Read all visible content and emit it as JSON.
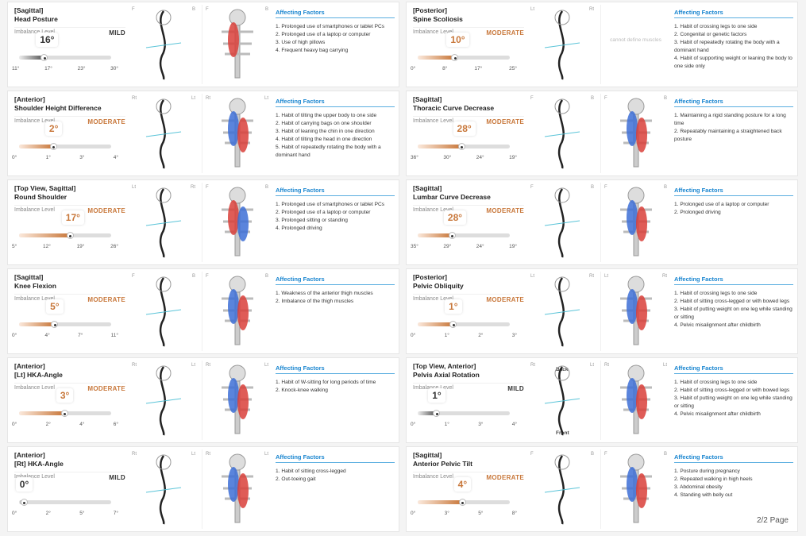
{
  "level_label": "Imbalance Level",
  "factors_title": "Affecting Factors",
  "page_indicator": "2/2 Page",
  "colors": {
    "mild": "#333333",
    "moderate": "#c8773a",
    "accent": "#1a86d0"
  },
  "left_cards": [
    {
      "view": "[Sagittal]",
      "name": "Head Posture",
      "level": "MILD",
      "value": "16°",
      "position": 0.27,
      "ticks": [
        "11°",
        "17°",
        "23°",
        "30°"
      ],
      "fig1_labels": [
        "F",
        "B"
      ],
      "fig2_labels": [
        "F",
        "B"
      ],
      "muscles": [
        "red"
      ],
      "factors": [
        "1. Prolonged use of smartphones or tablet PCs",
        "2. Prolonged use of a laptop or computer",
        "3. Use of high pillows",
        "4. Frequent heavy bag carrying"
      ]
    },
    {
      "view": "[Anterior]",
      "name": "Shoulder Height Difference",
      "level": "MODERATE",
      "value": "2°",
      "position": 0.37,
      "ticks": [
        "0°",
        "1°",
        "3°",
        "4°"
      ],
      "fig1_labels": [
        "Rt",
        "Lt"
      ],
      "fig2_labels": [
        "Rt",
        "Lt"
      ],
      "muscles": [
        "blue",
        "red"
      ],
      "factors": [
        "1. Habit of tilting the upper body to one side",
        "2. Habit of carrying bags on one shoulder",
        "3. Habit of leaning the chin in one direction",
        "4. Habit of tilting the head in one direction",
        "5. Habit of repeatedly rotating the body with a dominant hand"
      ]
    },
    {
      "view": "[Top View, Sagittal]",
      "name": "Round Shoulder",
      "level": "MODERATE",
      "value": "17°",
      "position": 0.55,
      "ticks": [
        "5°",
        "12°",
        "19°",
        "26°"
      ],
      "fig1_labels": [
        "Lt",
        "Rt"
      ],
      "fig2_labels": [
        "F",
        "B"
      ],
      "muscles": [
        "red",
        "blue"
      ],
      "factors": [
        "1. Prolonged use of smartphones or tablet PCs",
        "2. Prolonged use of a laptop or computer",
        "3. Prolonged sitting or standing",
        "4. Prolonged driving"
      ]
    },
    {
      "view": "[Sagittal]",
      "name": "Knee Flexion",
      "level": "MODERATE",
      "value": "5°",
      "position": 0.38,
      "ticks": [
        "0°",
        "4°",
        "7°",
        "11°"
      ],
      "fig1_labels": [
        "F",
        "B"
      ],
      "fig2_labels": [
        "F",
        "B"
      ],
      "muscles": [
        "blue",
        "red"
      ],
      "factors": [
        "1. Weakness of the anterior thigh muscles",
        "2. Imbalance of the thigh muscles"
      ]
    },
    {
      "view": "[Anterior]",
      "name": "[Lt] HKA-Angle",
      "level": "MODERATE",
      "value": "3°",
      "position": 0.49,
      "ticks": [
        "0°",
        "2°",
        "4°",
        "6°"
      ],
      "fig1_labels": [
        "Rt",
        "Lt"
      ],
      "fig2_labels": [
        "Rt",
        "Lt"
      ],
      "muscles": [
        "blue",
        "red"
      ],
      "factors": [
        "1. Habit of W-sitting for long periods of time",
        "2. Knock-knee walking"
      ]
    },
    {
      "view": "[Anterior]",
      "name": "[Rt] HKA-Angle",
      "level": "MILD",
      "value": "0°",
      "position": 0.05,
      "ticks": [
        "0°",
        "2°",
        "5°",
        "7°"
      ],
      "fig1_labels": [
        "Rt",
        "Lt"
      ],
      "fig2_labels": [
        "Rt",
        "Lt"
      ],
      "muscles": [
        "blue",
        "red"
      ],
      "factors": [
        "1. Habit of sitting cross-legged",
        "2. Out-toeing gait"
      ]
    }
  ],
  "right_cards": [
    {
      "view": "[Posterior]",
      "name": "Spine Scoliosis",
      "level": "MODERATE",
      "value": "10°",
      "position": 0.4,
      "ticks": [
        "0°",
        "8°",
        "17°",
        "25°"
      ],
      "fig1_labels": [
        "Lt",
        "Rt"
      ],
      "fig2_labels": [
        "",
        ""
      ],
      "cannot": "cannot define muscles",
      "factors": [
        "1. Habit of crossing legs to one side",
        "2. Congenital or genetic factors",
        "3. Habit of repeatedly rotating the body with a dominant hand",
        "4. Habit of supporting weight or leaning the body to one side only"
      ]
    },
    {
      "view": "[Sagittal]",
      "name": "Thoracic Curve Decrease",
      "level": "MODERATE",
      "value": "28°",
      "position": 0.47,
      "ticks": [
        "36°",
        "30°",
        "24°",
        "19°"
      ],
      "fig1_labels": [
        "F",
        "B"
      ],
      "fig2_labels": [
        "F",
        "B"
      ],
      "muscles": [
        "blue",
        "red"
      ],
      "factors": [
        "1. Maintaining a rigid standing posture for a long time",
        "2. Repeatably maintaining a straightened back posture"
      ]
    },
    {
      "view": "[Sagittal]",
      "name": "Lumbar Curve Decrease",
      "level": "MODERATE",
      "value": "28°",
      "position": 0.37,
      "ticks": [
        "35°",
        "29°",
        "24°",
        "19°"
      ],
      "fig1_labels": [
        "F",
        "B"
      ],
      "fig2_labels": [
        "F",
        "B"
      ],
      "muscles": [
        "blue",
        "red"
      ],
      "factors": [
        "1. Prolonged use of a laptop or computer",
        "2. Prolonged driving"
      ]
    },
    {
      "view": "[Posterior]",
      "name": "Pelvic Obliquity",
      "level": "MODERATE",
      "value": "1°",
      "position": 0.38,
      "ticks": [
        "0°",
        "1°",
        "2°",
        "3°"
      ],
      "fig1_labels": [
        "Lt",
        "Rt"
      ],
      "fig2_labels": [
        "Lt",
        "Rt"
      ],
      "muscles": [
        "blue",
        "red"
      ],
      "factors": [
        "1. Habit of crossing legs to one side",
        "2. Habit of sitting cross-legged or with bowed legs",
        "3. Habit of putting weight on one leg while standing or sitting",
        "4. Pelvic misalignment after childbirth"
      ]
    },
    {
      "view": "[Top View, Anterior]",
      "name": "Pelvis Axial Rotation",
      "level": "MILD",
      "value": "1°",
      "position": 0.2,
      "ticks": [
        "0°",
        "1°",
        "3°",
        "4°"
      ],
      "fig1_labels": [
        "Rt",
        "Lt"
      ],
      "fig1_extra": [
        "Back",
        "Front"
      ],
      "fig2_labels": [
        "Rt",
        "Lt"
      ],
      "muscles": [
        "blue",
        "red"
      ],
      "factors": [
        "1. Habit of crossing legs to one side",
        "2. Habit of sitting cross-legged or with bowed legs",
        "3. Habit of putting weight on one leg while standing or sitting",
        "4. Pelvic misalignment after childbirth"
      ]
    },
    {
      "view": "[Sagittal]",
      "name": "Anterior Pelvic Tilt",
      "level": "MODERATE",
      "value": "4°",
      "position": 0.48,
      "ticks": [
        "0°",
        "3°",
        "5°",
        "8°"
      ],
      "fig1_labels": [
        "F",
        "B"
      ],
      "fig2_labels": [
        "F",
        "B"
      ],
      "muscles": [
        "blue",
        "red"
      ],
      "factors": [
        "1. Posture during pregnancy",
        "2. Repeated walking in high heels",
        "3. Abdominal obesity",
        "4. Standing with belly out"
      ]
    }
  ]
}
